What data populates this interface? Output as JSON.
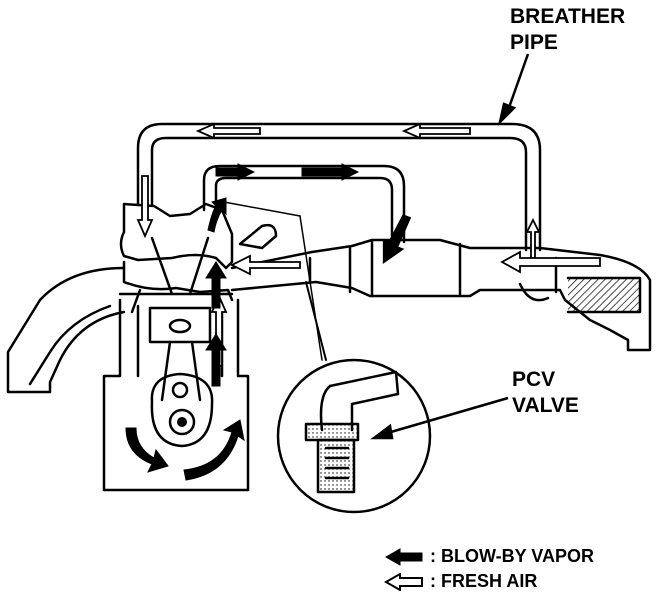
{
  "labels": {
    "breather_line1": "BREATHER",
    "breather_line2": "PIPE",
    "pcv_line1": "PCV",
    "pcv_line2": "VALVE"
  },
  "legend": {
    "blowby": ": BLOW-BY VAPOR",
    "fresh": ": FRESH AIR"
  },
  "colors": {
    "ink": "#000000",
    "background": "#ffffff"
  },
  "icons": {
    "blowby": "solid-arrow-left-icon",
    "fresh": "hollow-arrow-left-icon"
  }
}
